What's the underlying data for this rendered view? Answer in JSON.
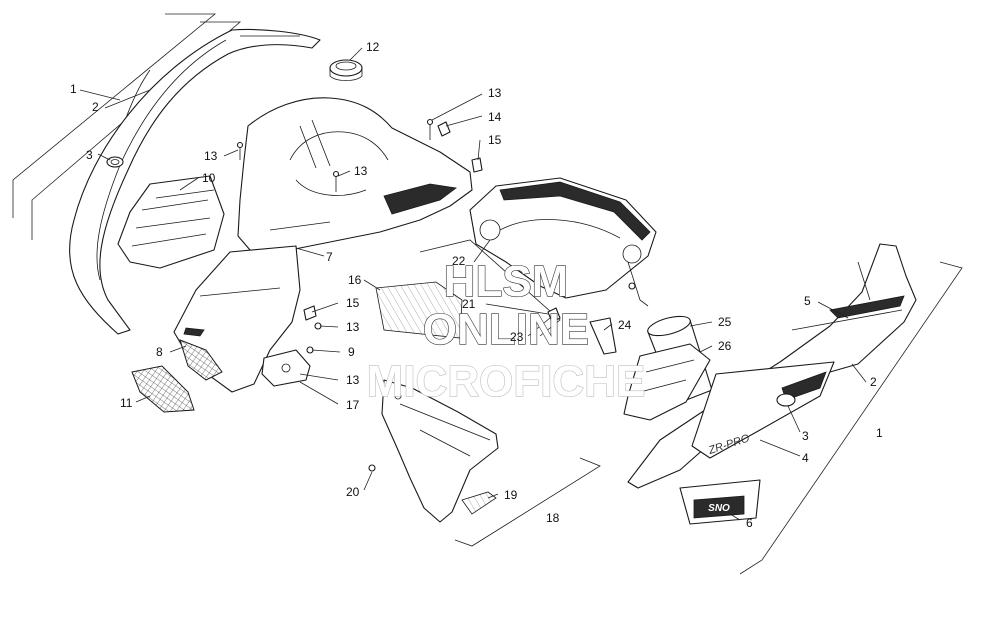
{
  "watermark": {
    "line1": "HLSM",
    "line2": "ONLINE",
    "line3": "MICROFICHE"
  },
  "decals": {
    "hood_text": "ZR-PRO",
    "badge_text": "SNO"
  },
  "callouts": [
    {
      "id": "c1a",
      "label": "1"
    },
    {
      "id": "c2a",
      "label": "2"
    },
    {
      "id": "c3a",
      "label": "3"
    },
    {
      "id": "c10",
      "label": "10"
    },
    {
      "id": "c12",
      "label": "12"
    },
    {
      "id": "c13a",
      "label": "13"
    },
    {
      "id": "c13b",
      "label": "13"
    },
    {
      "id": "c13c",
      "label": "13"
    },
    {
      "id": "c14",
      "label": "14"
    },
    {
      "id": "c15a",
      "label": "15"
    },
    {
      "id": "c7",
      "label": "7"
    },
    {
      "id": "c16",
      "label": "16"
    },
    {
      "id": "c15b",
      "label": "15"
    },
    {
      "id": "c13d",
      "label": "13"
    },
    {
      "id": "c8",
      "label": "8"
    },
    {
      "id": "c9",
      "label": "9"
    },
    {
      "id": "c13e",
      "label": "13"
    },
    {
      "id": "c11",
      "label": "11"
    },
    {
      "id": "c17",
      "label": "17"
    },
    {
      "id": "c22",
      "label": "22"
    },
    {
      "id": "c21",
      "label": "21"
    },
    {
      "id": "c23",
      "label": "23"
    },
    {
      "id": "c24",
      "label": "24"
    },
    {
      "id": "c25",
      "label": "25"
    },
    {
      "id": "c26",
      "label": "26"
    },
    {
      "id": "c5",
      "label": "5"
    },
    {
      "id": "c2b",
      "label": "2"
    },
    {
      "id": "c3b",
      "label": "3"
    },
    {
      "id": "c1b",
      "label": "1"
    },
    {
      "id": "c4",
      "label": "4"
    },
    {
      "id": "c6",
      "label": "6"
    },
    {
      "id": "c20",
      "label": "20"
    },
    {
      "id": "c19",
      "label": "19"
    },
    {
      "id": "c18",
      "label": "18"
    }
  ]
}
